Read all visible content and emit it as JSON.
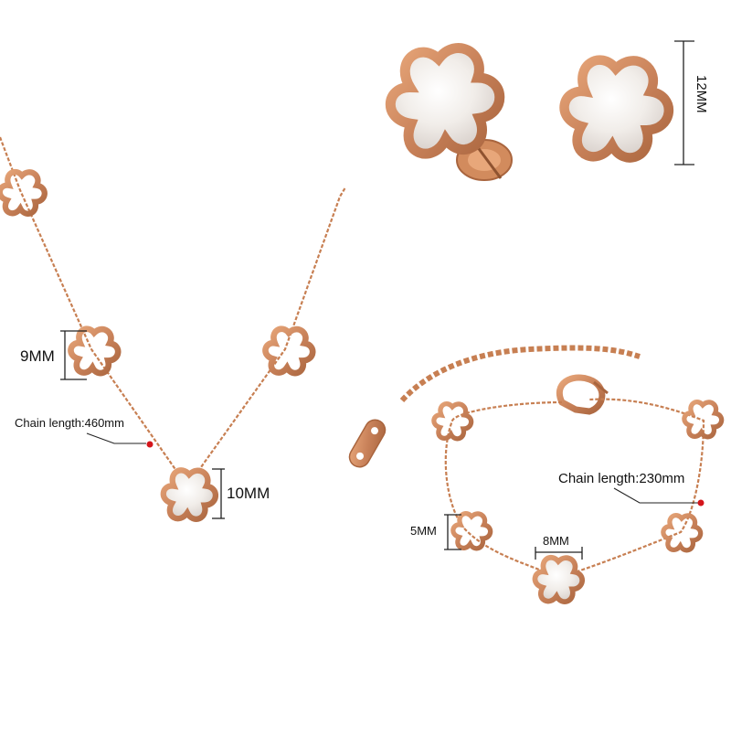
{
  "colors": {
    "background": "#ffffff",
    "rose_gold": "#cf8a5c",
    "rose_gold_dark": "#b06c40",
    "pearl": "#f2efec",
    "marker_red": "#d4151b",
    "annotation": "#222222"
  },
  "necklace": {
    "chain_length_label": "Chain length:460mm",
    "charm_size_label": "9MM",
    "pendant_size_label": "10MM"
  },
  "earrings": {
    "size_label": "12MM"
  },
  "bracelet": {
    "chain_length_label": "Chain length:230mm",
    "charm_size_label": "5MM",
    "center_charm_size_label": "8MM"
  }
}
